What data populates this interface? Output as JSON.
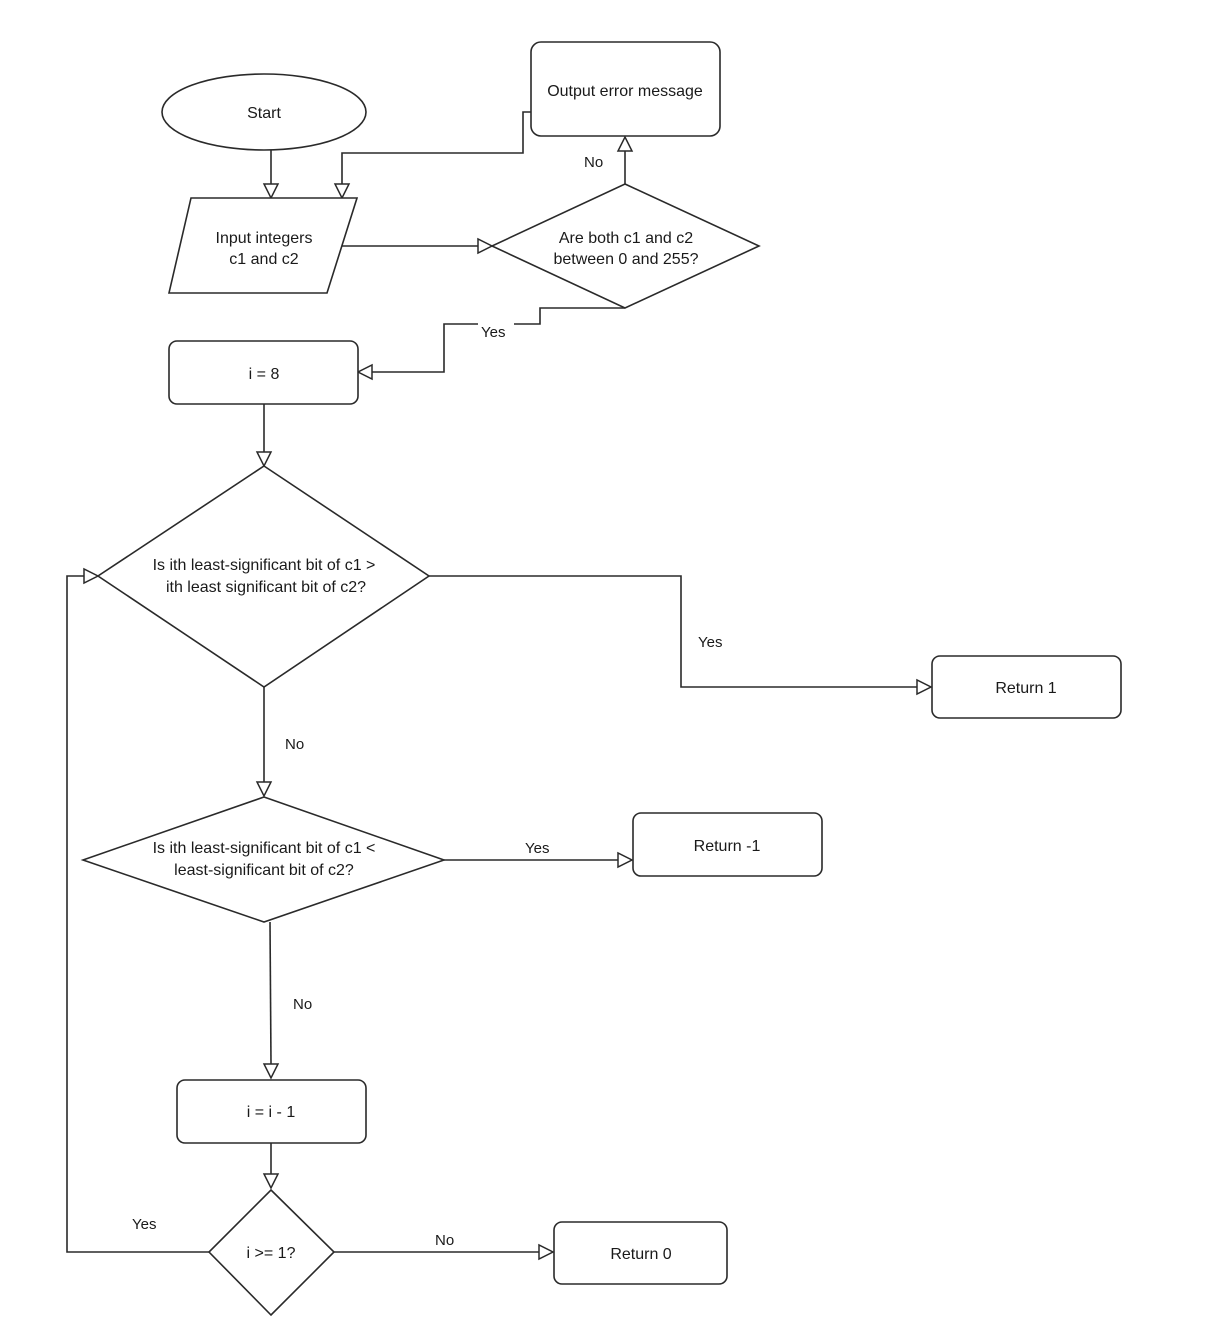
{
  "nodes": {
    "start": "Start",
    "input_line1": "Input integers",
    "input_line2": "c1 and c2",
    "check_range_line1": "Are both c1 and c2",
    "check_range_line2": "between 0 and 255?",
    "error_output": "Output error message",
    "init_i": "i = 8",
    "check_greater_line1": "Is ith least-significant bit of c1 >",
    "check_greater_line2": "ith least significant bit of c2?",
    "return_1": "Return 1",
    "check_less_line1": "Is ith least-significant bit of c1 <",
    "check_less_line2": "least-significant bit of c2?",
    "return_neg1": "Return -1",
    "decrement_i": "i = i - 1",
    "check_loop": "i >= 1?",
    "return_0": "Return 0"
  },
  "edge_labels": {
    "range_no": "No",
    "range_yes": "Yes",
    "greater_yes": "Yes",
    "greater_no": "No",
    "less_yes": "Yes",
    "less_no": "No",
    "loop_yes": "Yes",
    "loop_no": "No"
  }
}
